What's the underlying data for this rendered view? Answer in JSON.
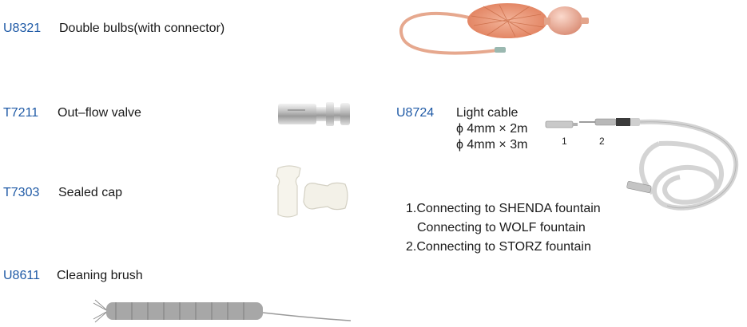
{
  "products": [
    {
      "code": "U8321",
      "name": "Double bulbs(with connector)"
    },
    {
      "code": "T7211",
      "name": "Out–flow valve"
    },
    {
      "code": "T7303",
      "name": "Sealed cap"
    },
    {
      "code": "U8611",
      "name": "Cleaning brush"
    }
  ],
  "light_cable": {
    "code": "U8724",
    "name": "Light cable",
    "specs": [
      "ϕ 4mm × 2m",
      "ϕ 4mm × 3m"
    ],
    "connector_labels": [
      "1",
      "2"
    ],
    "notes": [
      "1.Connecting to SHENDA fountain",
      "Connecting to WOLF fountain",
      "2.Connecting to STORZ fountain"
    ]
  },
  "colors": {
    "code_blue": "#1f5aa6",
    "text": "#1a1a1a",
    "bulb": "#f0b3a0",
    "cable": "#d9d9d9"
  }
}
